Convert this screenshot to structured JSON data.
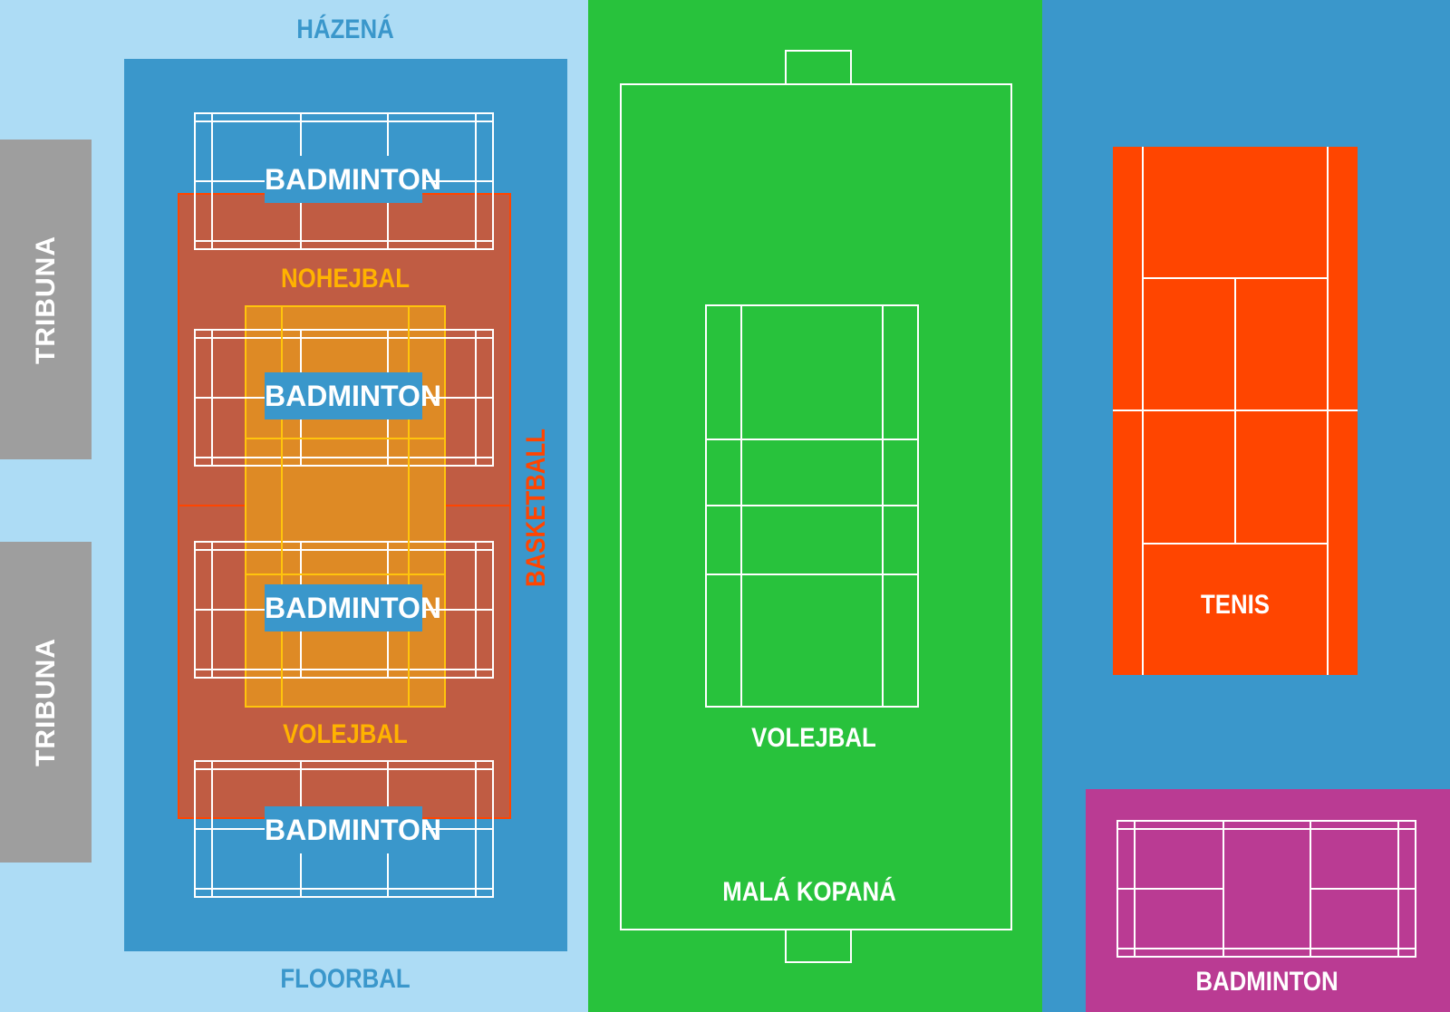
{
  "title": "",
  "colors": {
    "hall_bg": "#addcf5",
    "hall_floor": "#3a97cb",
    "basketball": "#c05c43",
    "nohejbal": "#de8a25",
    "football_green": "#28c23c",
    "right_blue": "#3a97cb",
    "tennis": "#ff4500",
    "badminton_purple": "#ba3b93",
    "tribuna_gray": "#9e9e9e",
    "label_blue": "#3a97cb",
    "label_orange": "#ffb300",
    "label_red": "#ff4500"
  },
  "labels": {
    "hazena": "HÁZENÁ",
    "floorbal": "FLOORBAL",
    "tribuna_top": "TRIBUNA",
    "tribuna_bottom": "TRIBUNA",
    "badminton_1": "BADMINTON",
    "badminton_2": "BADMINTON",
    "badminton_3": "BADMINTON",
    "badminton_4": "BADMINTON",
    "nohejbal": "NOHEJBAL",
    "volejbal_hall": "VOLEJBAL",
    "basketball": "BASKETBALL",
    "volejbal_field": "VOLEJBAL",
    "mala_kopana": "MALÁ KOPANÁ",
    "tenis": "TENIS",
    "badminton_right": "BADMINTON"
  }
}
